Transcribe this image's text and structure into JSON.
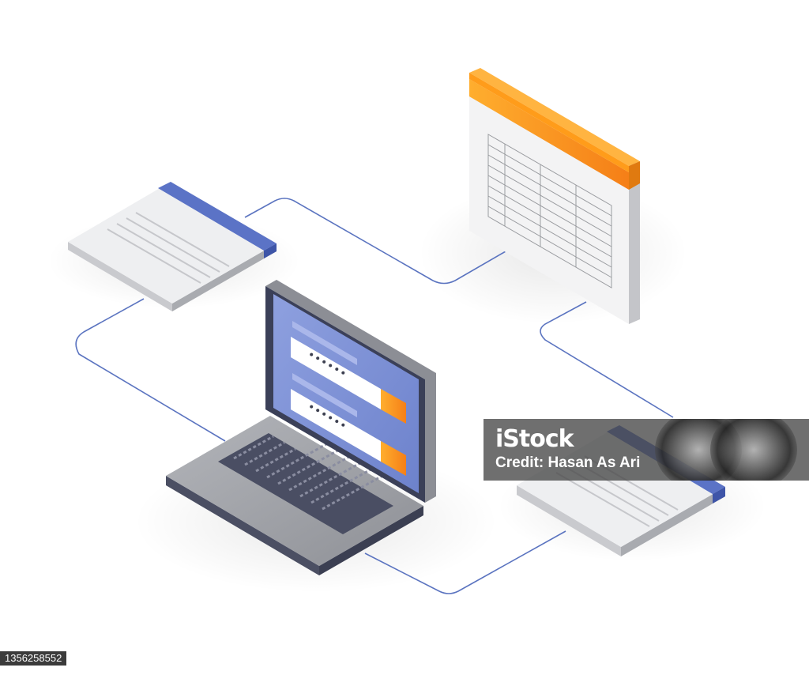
{
  "login_form": {
    "password_mask_1": "••••••",
    "password_mask_2": "••••••"
  },
  "watermark": {
    "logo": "iStock",
    "credit": "Credit: Hasan As Ari"
  },
  "image_id": "1356258552",
  "colors": {
    "accent_blue": "#4a63b8",
    "accent_orange": "#f59a1c",
    "screen_blue": "#7f93d6",
    "laptop_gray": "#9a9ca2",
    "connector_line": "#5b74c0"
  },
  "icons": [
    "document-icon",
    "spreadsheet-icon",
    "laptop-icon",
    "login-form-icon",
    "keyboard-icon"
  ]
}
